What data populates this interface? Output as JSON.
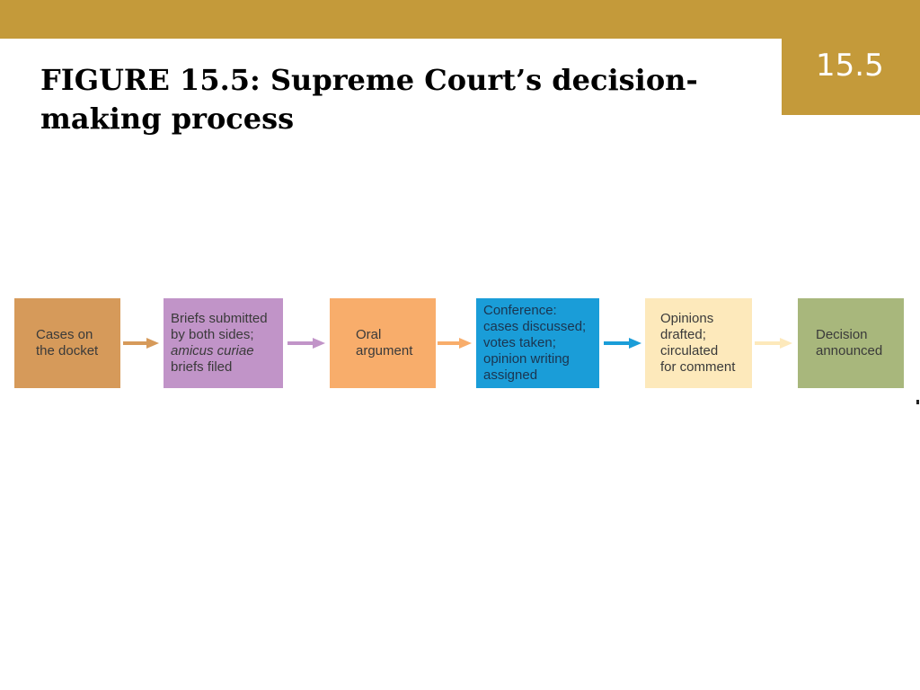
{
  "slide": {
    "number": "15.5",
    "title": "FIGURE 15.5: Supreme Court’s decision-making process"
  },
  "flow": {
    "steps": [
      {
        "lines": [
          "Cases on",
          "the docket"
        ],
        "color": "#d69a5a"
      },
      {
        "lines": [
          "Briefs submitted",
          "by both sides;",
          "amicus curiae",
          "briefs filed"
        ],
        "italic_line": 2,
        "color": "#c194c8"
      },
      {
        "lines": [
          "Oral",
          "argument"
        ],
        "color": "#f8ad6b"
      },
      {
        "lines": [
          "Conference:",
          "cases discussed;",
          "votes taken;",
          "opinion writing",
          "assigned"
        ],
        "color": "#1a9dd8"
      },
      {
        "lines": [
          "Opinions",
          "drafted;",
          "circulated",
          "for comment"
        ],
        "color": "#fde9bb"
      },
      {
        "lines": [
          "Decision",
          "announced"
        ],
        "color": "#a8b77c"
      }
    ],
    "arrow_colors": [
      "#d69a5a",
      "#c194c8",
      "#f8ad6b",
      "#1a9dd8",
      "#fde9bb"
    ]
  }
}
